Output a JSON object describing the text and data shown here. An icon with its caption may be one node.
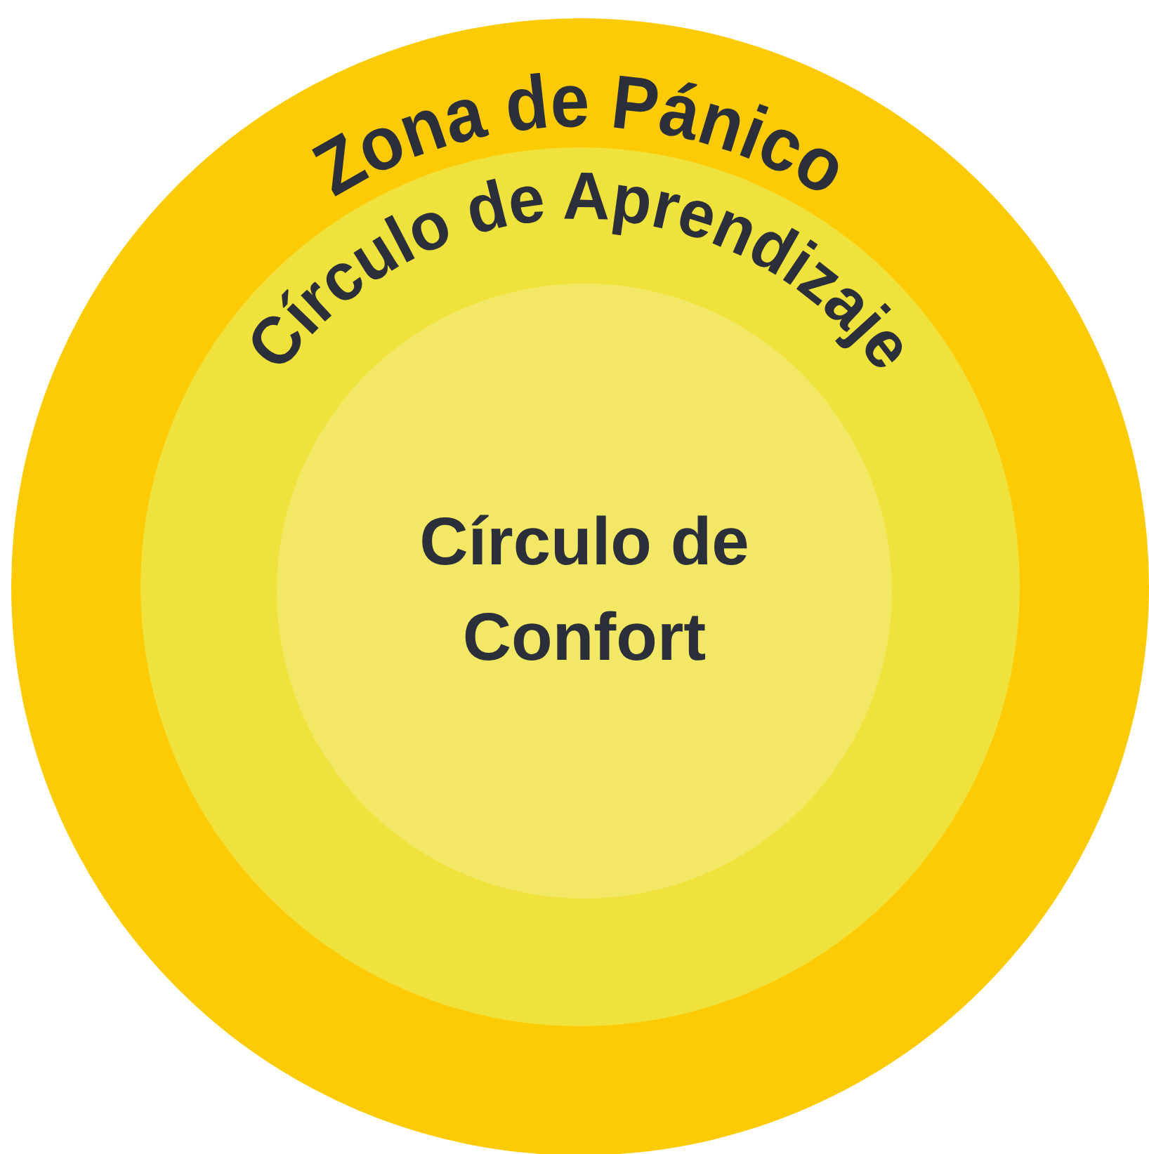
{
  "diagram": {
    "nodes": [
      {
        "text": [
          "Zona de Pánico"
        ]
      },
      {
        "text": [
          "Círculo de Aprendizaje"
        ],
        "in": 0
      },
      {
        "text": [
          "Círculo de Confort"
        ],
        "in": 1
      }
    ]
  }
}
